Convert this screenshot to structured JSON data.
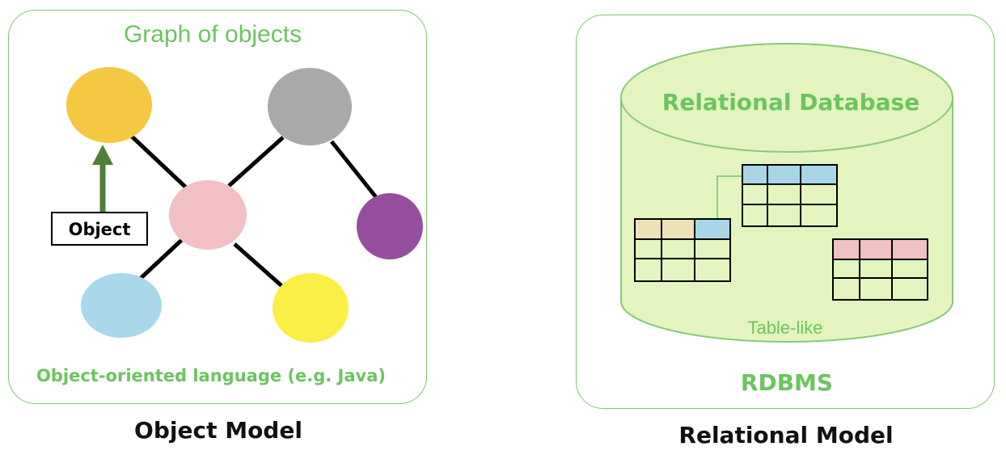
{
  "object_model": {
    "graph_title": "Graph of  objects",
    "object_label": "Object",
    "language_label": "Object-oriented language (e.g. Java)",
    "caption": "Object Model",
    "colors": {
      "node_orange": "#f5c842",
      "node_gray": "#a9a9a9",
      "node_pink": "#f2bfc4",
      "node_purple": "#954e9e",
      "node_blue": "#a9d8ea",
      "node_yellow": "#fbee44",
      "arrow": "#4f7f3a"
    }
  },
  "relational_model": {
    "db_title": "Relational Database",
    "table_label": "Table-like",
    "rdbms_label": "RDBMS",
    "caption": "Relational Model",
    "colors": {
      "cylinder_fill": "#e4f4bf",
      "cylinder_stroke": "#89c97a",
      "header_blue": "#a8d6e6",
      "header_tan": "#ede2b5",
      "header_pink": "#efc0c4"
    }
  },
  "theme": {
    "accent_green": "#6cc460",
    "panel_border": "#7cc86e"
  }
}
